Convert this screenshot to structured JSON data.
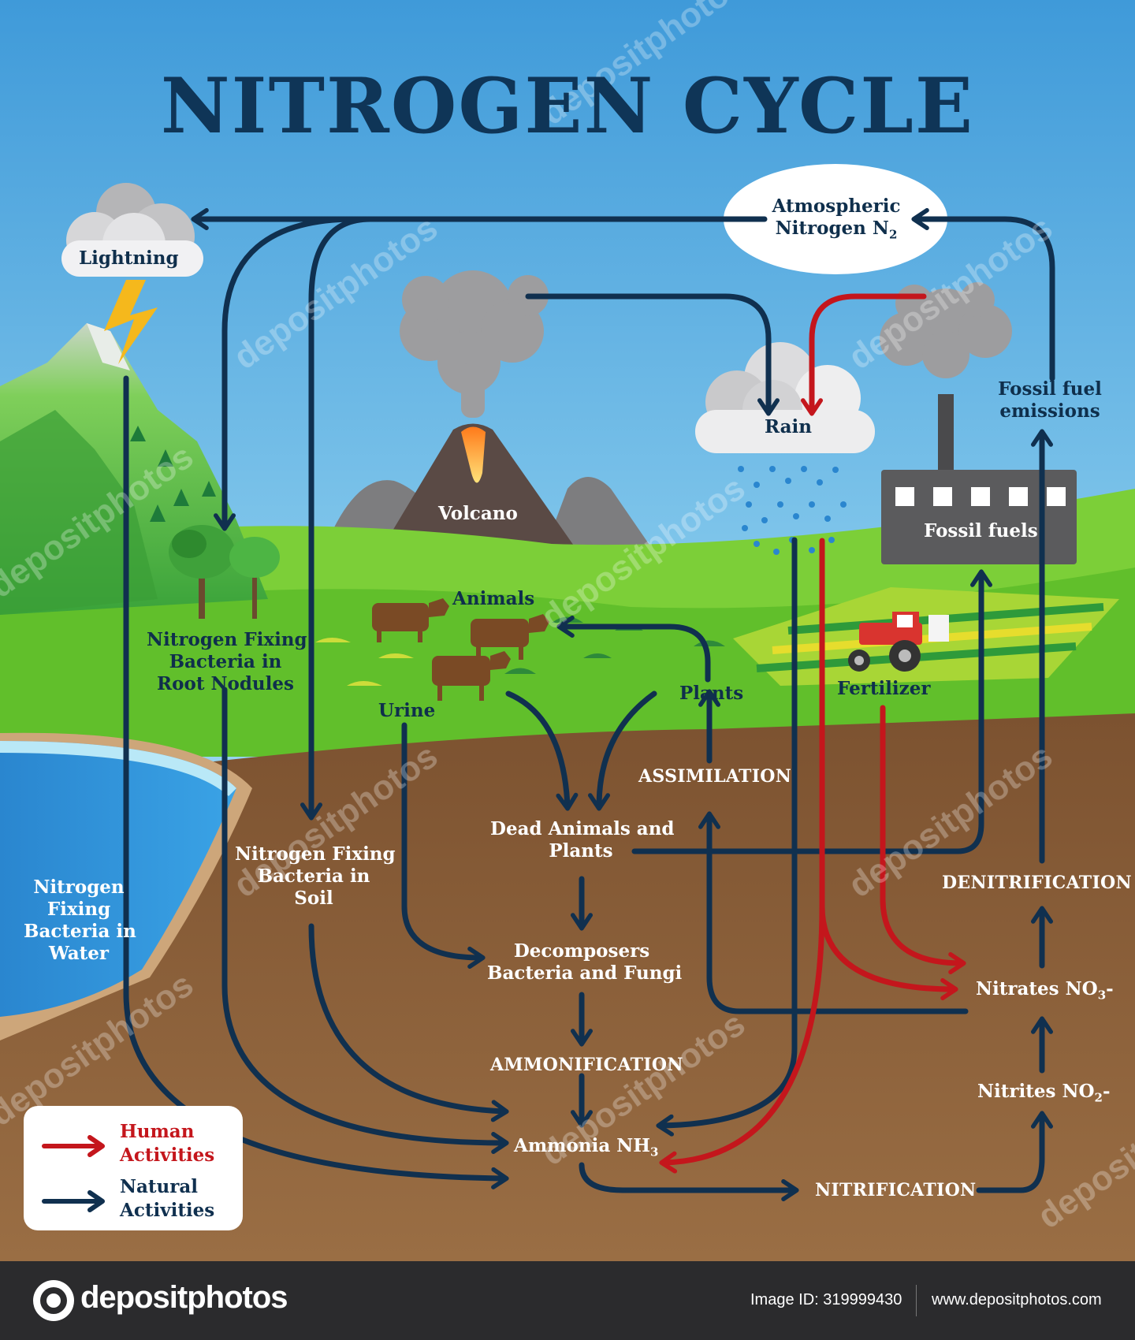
{
  "title": "NITROGEN CYCLE",
  "colors": {
    "natural_arrow": "#10304f",
    "human_arrow": "#c4161c",
    "sky_top": "#3f9ad9",
    "sky_bottom": "#bfe7f6",
    "grass": "#5fbf2f",
    "soil": "#8a5e36",
    "water": "#2c8ed4"
  },
  "nodes": {
    "lightning": "Lightning",
    "atmospheric_line1": "Atmospheric",
    "atmospheric_line2": "Nitrogen N",
    "atmospheric_sub": "2",
    "volcano": "Volcano",
    "rain": "Rain",
    "fossil_fuel_emissions_line1": "Fossil fuel",
    "fossil_fuel_emissions_line2": "emissions",
    "fossil_fuels": "Fossil fuels",
    "root_nodules_line1": "Nitrogen Fixing",
    "root_nodules_line2": "Bacteria in",
    "root_nodules_line3": "Root Nodules",
    "animals": "Animals",
    "plants": "Plants",
    "fertilizer": "Fertilizer",
    "urine": "Urine",
    "dead_line1": "Dead Animals and",
    "dead_line2": "Plants",
    "soil_bacteria_line1": "Nitrogen Fixing",
    "soil_bacteria_line2": "Bacteria in",
    "soil_bacteria_line3": "Soil",
    "water_bacteria_line1": "Nitrogen",
    "water_bacteria_line2": "Fixing",
    "water_bacteria_line3": "Bacteria in",
    "water_bacteria_line4": "Water",
    "decomposers_line1": "Decomposers",
    "decomposers_line2": "Bacteria and Fungi",
    "ammonia": "Ammonia NH",
    "ammonia_sub": "3",
    "nitrates": "Nitrates NO",
    "nitrates_sub": "3",
    "nitrates_suffix": "-",
    "nitrites": "Nitrites NO",
    "nitrites_sub": "2",
    "nitrites_suffix": "-"
  },
  "processes": {
    "assimilation": "ASSIMILATION",
    "denitrification": "DENITRIFICATION",
    "ammonification": "AMMONIFICATION",
    "nitrification": "NITRIFICATION"
  },
  "legend": {
    "human_line1": "Human",
    "human_line2": "Activities",
    "natural_line1": "Natural",
    "natural_line2": "Activities"
  },
  "watermark": "depositphotos",
  "footer": {
    "brand": "depositphotos",
    "image_id": "Image ID: 319999430",
    "site": "www.depositphotos.com"
  }
}
